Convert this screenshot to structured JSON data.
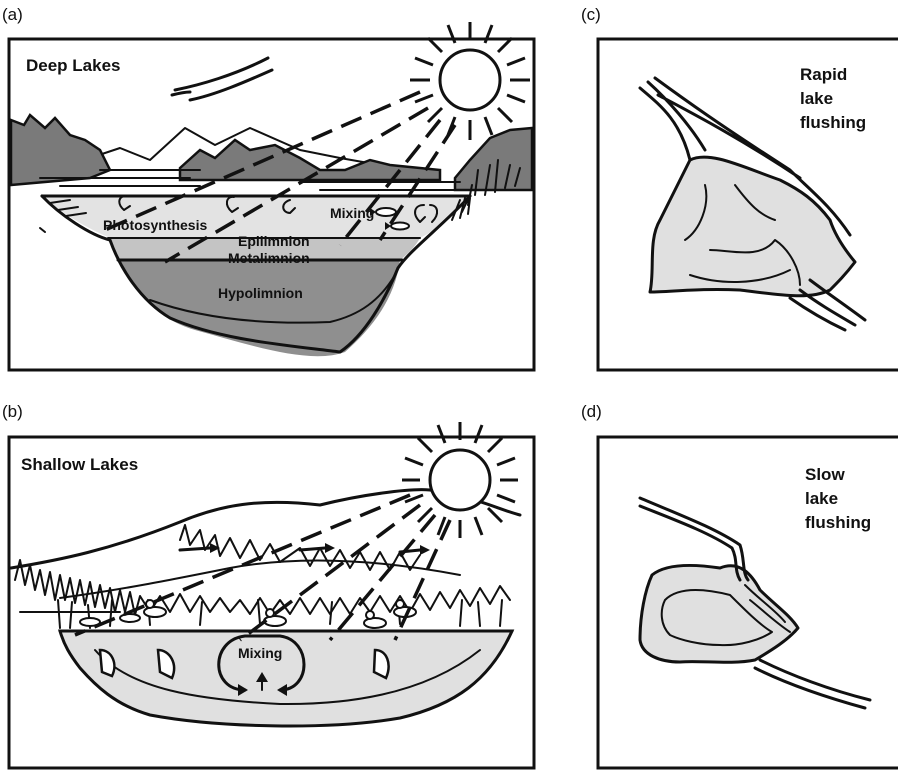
{
  "panels": {
    "a": {
      "letter": "(a)",
      "title": "Deep Lakes",
      "labels": {
        "mixing": "Mixing",
        "photosynthesis": "Photosynthesis",
        "epilimnion": "Epilimnion",
        "metalimnion": "Metalimnion",
        "hypolimnion": "Hypolimnion"
      }
    },
    "b": {
      "letter": "(b)",
      "title": "Shallow Lakes",
      "labels": {
        "mixing": "Mixing"
      }
    },
    "c": {
      "letter": "(c)",
      "caption_lines": [
        "Rapid",
        "lake",
        "flushing"
      ]
    },
    "d": {
      "letter": "(d)",
      "caption_lines": [
        "Slow",
        "lake",
        "flushing"
      ]
    }
  },
  "colors": {
    "ink": "#111111",
    "light_water": "#dcdcdc",
    "mid_water": "#c4c4c4",
    "deep_water": "#8c8c8c",
    "hill_dark": "#7a7a7a"
  }
}
